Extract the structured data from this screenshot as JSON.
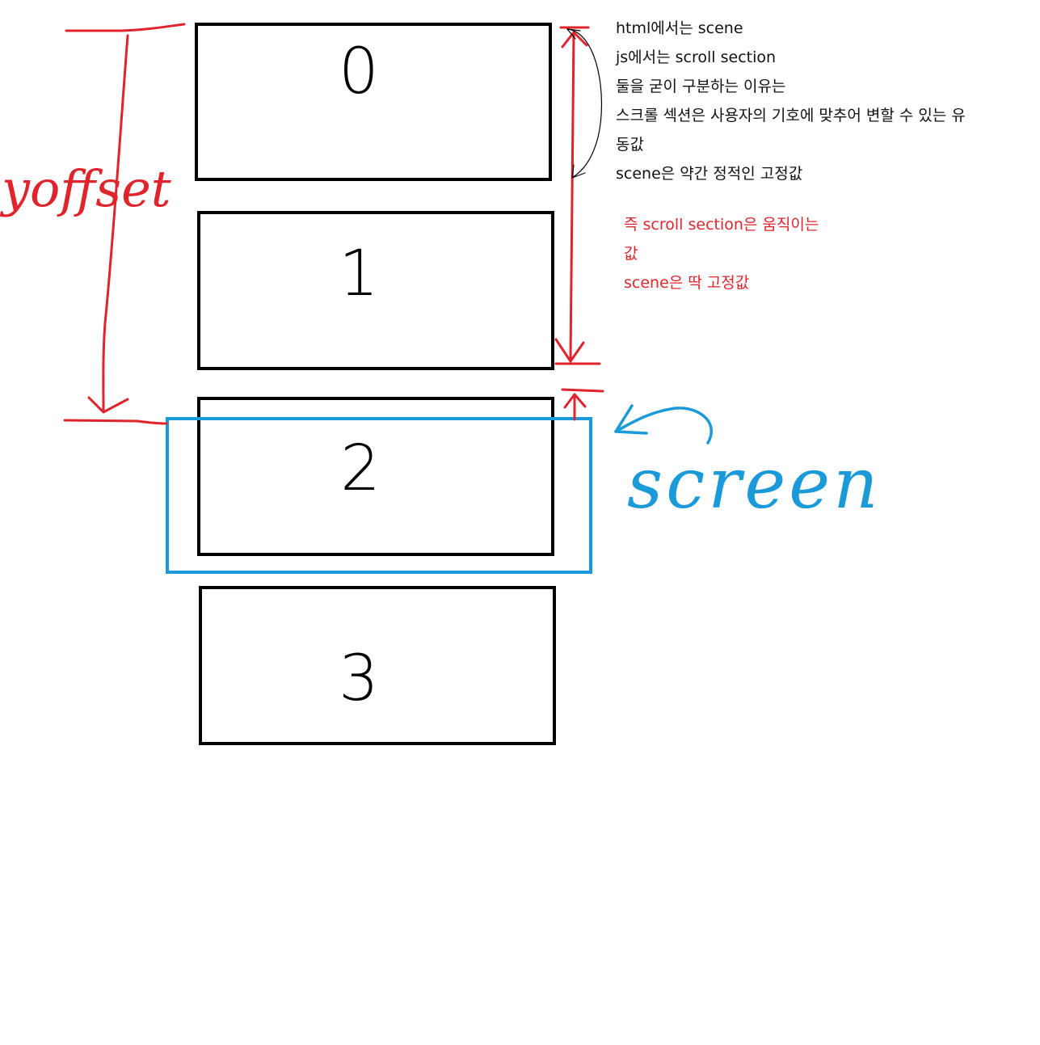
{
  "diagram": {
    "sections": [
      {
        "label": "0"
      },
      {
        "label": "1"
      },
      {
        "label": "2"
      },
      {
        "label": "3"
      }
    ],
    "yoffset_label": "yoffset",
    "screen_label": "screen",
    "colors": {
      "box_stroke": "#000000",
      "annotation_red": "#e0242c",
      "screen_blue": "#1a9ad8",
      "note_text": "#111111"
    }
  },
  "notes": {
    "black_lines": [
      "html에서는 scene",
      "js에서는 scroll section",
      "둘을 굳이 구분하는 이유는",
      "스크롤 섹션은 사용자의 기호에 맞추어 변할 수 있는 유",
      "동값",
      "scene은 약간 정적인 고정값"
    ],
    "red_lines": [
      "즉 scroll section은 움직이는",
      "값",
      "scene은 딱 고정값"
    ]
  }
}
